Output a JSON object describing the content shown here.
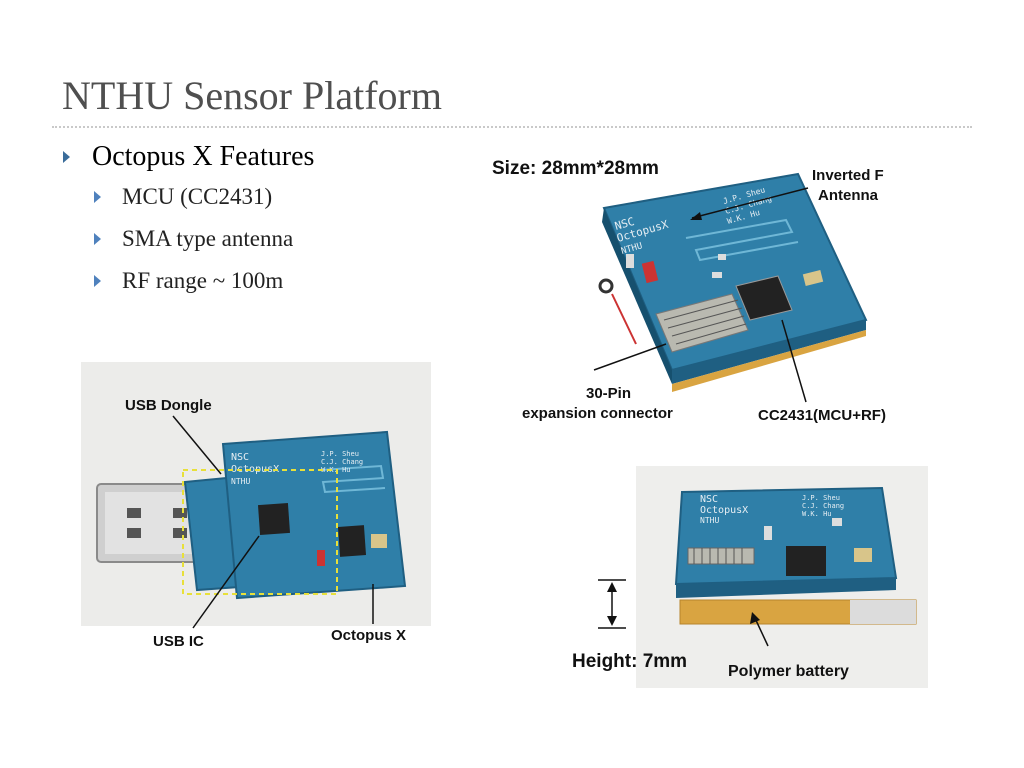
{
  "slide": {
    "title": "NTHU Sensor Platform",
    "bullets": {
      "main": "Octopus X Features",
      "sub": [
        "MCU (CC2431)",
        "SMA type antenna",
        "RF range ~ 100m"
      ]
    }
  },
  "photo_top": {
    "size_label": "Size: 28mm*28mm",
    "antenna_label_1": "Inverted F",
    "antenna_label_2": "Antenna",
    "connector_label_1": "30-Pin",
    "connector_label_2": "expansion connector",
    "chip_label": "CC2431(MCU+RF)",
    "board_text": [
      "NSC",
      "OctopusX",
      "NTHU",
      "J.P. Sheu",
      "C.J. Chang",
      "W.K. Hu"
    ]
  },
  "photo_dongle": {
    "dongle_label": "USB Dongle",
    "usbic_label": "USB IC",
    "octopus_label": "Octopus X",
    "board_text": [
      "NSC",
      "OctopusX",
      "NTHU",
      "J.P. Sheu",
      "C.J. Chang",
      "W.K. Hu"
    ]
  },
  "photo_side": {
    "height_label": "Height: 7mm",
    "battery_label": "Polymer battery",
    "board_text": [
      "NSC",
      "OctopusX",
      "NTHU",
      "J.P. Sheu",
      "C.J. Chang",
      "W.K. Hu"
    ]
  },
  "colors": {
    "pcb": "#2f7fa8",
    "pcb_dark": "#1f5f82",
    "title": "#4f4f4f",
    "bullet_arrow": "#3a6c9a",
    "battery": "#d9a441",
    "dashed_box": "#e8e03a"
  }
}
